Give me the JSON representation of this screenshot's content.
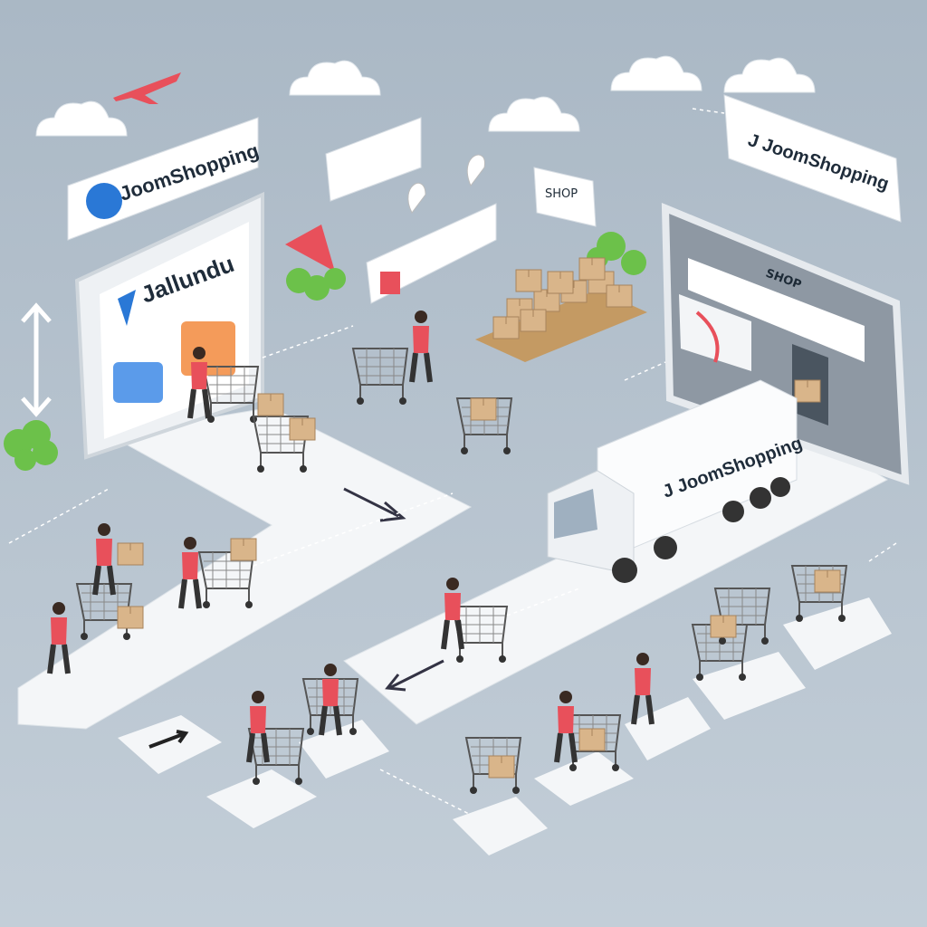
{
  "scene": {
    "left_sign": {
      "brand": "JoomShopping"
    },
    "tablet": {
      "title": "Jallundu"
    },
    "shop_sign": {
      "label": "SHOP"
    },
    "right_sign": {
      "brand": "J JoomShopping"
    },
    "screen": {
      "label": "SHOP"
    },
    "truck": {
      "brand": "J JoomShopping"
    }
  },
  "colors": {
    "background": "#b7c4d0",
    "path": "#f4f6f8",
    "accent_red": "#e8505b",
    "brand_blue": "#2a78d6",
    "box": "#d9b58a",
    "foliage": "#6cc14a"
  }
}
